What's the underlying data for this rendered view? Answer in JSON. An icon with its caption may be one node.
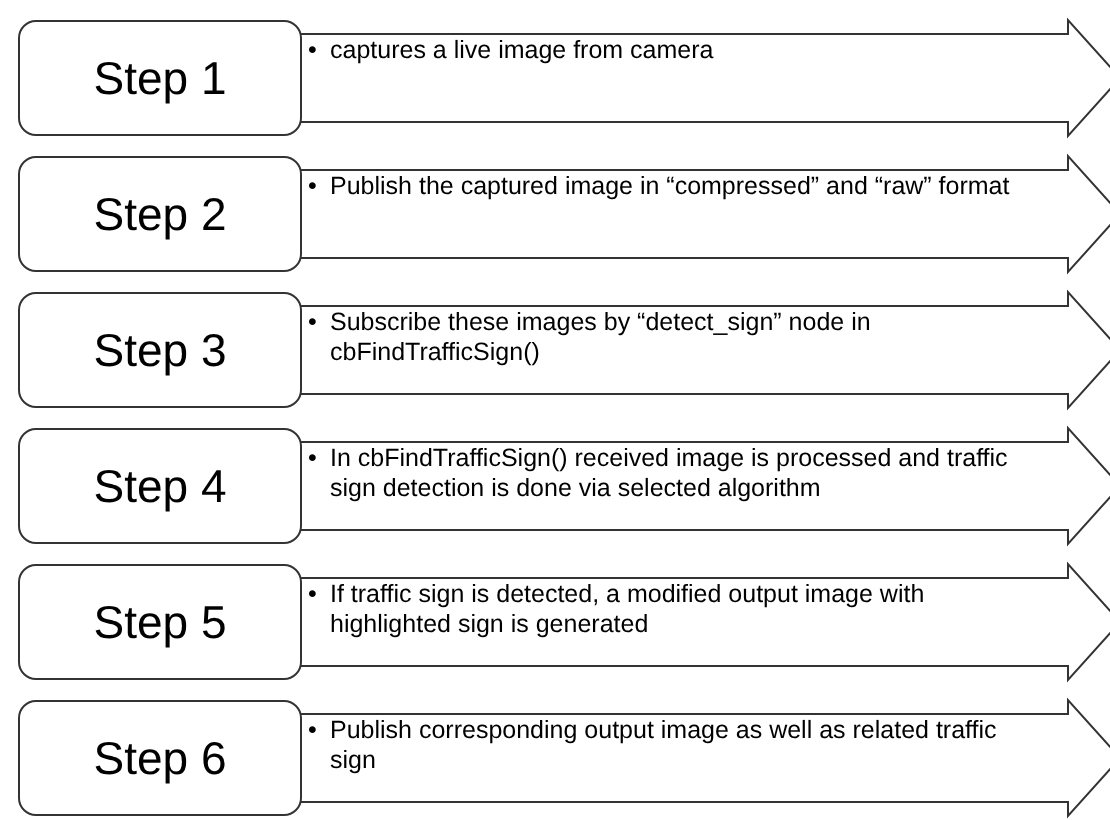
{
  "diagram": {
    "nodes": [
      {
        "text": [
          "Step 1"
        ]
      },
      {
        "text": [
          "•",
          "captures a live image from camera"
        ]
      },
      {
        "text": [
          "Step 2"
        ]
      },
      {
        "text": [
          "•",
          "Publish the captured image in “compressed” and “raw” format"
        ]
      },
      {
        "text": [
          "Step 3"
        ]
      },
      {
        "text": [
          "•",
          "Subscribe these images by “detect_sign” node in cbFindTrafficSign()"
        ]
      },
      {
        "text": [
          "Step 4"
        ]
      },
      {
        "text": [
          "•",
          "In cbFindTrafficSign() received image is processed and traffic sign detection is done via selected algorithm"
        ]
      },
      {
        "text": [
          "Step 5"
        ]
      },
      {
        "text": [
          "•",
          "If traffic sign is detected, a modified output image with highlighted sign is generated"
        ]
      },
      {
        "text": [
          "Step 6"
        ]
      },
      {
        "text": [
          "•",
          "Publish corresponding output image as well as related traffic sign"
        ]
      }
    ]
  }
}
